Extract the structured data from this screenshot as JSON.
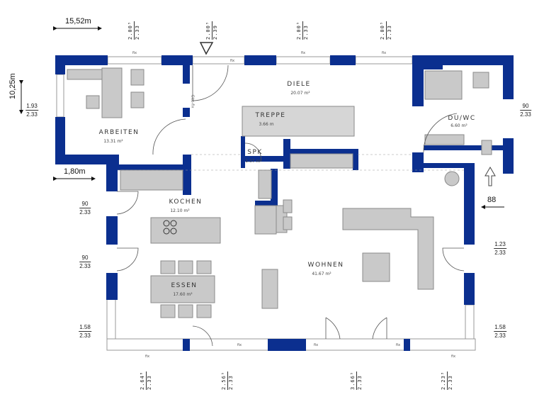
{
  "colors": {
    "wall": "#0b2f8f",
    "furniture": "#c9c9c9",
    "furniture_stroke": "#8a8a8a"
  },
  "dimensions": {
    "width": "15,52m",
    "depth": "10,25m",
    "offset_left": "1,80m",
    "offset_right": "88"
  },
  "rooms": [
    {
      "name": "ARBEITEN",
      "area": "13.31 m²"
    },
    {
      "name": "DIELE",
      "area": "20.07 m²"
    },
    {
      "name": "TREPPE",
      "area": "3.66 m"
    },
    {
      "name": "SPK",
      "area": "1.37 m²"
    },
    {
      "name": "DU/WC",
      "area": "6.60 m²"
    },
    {
      "name": "KOCHEN",
      "area": "12.10 m²"
    },
    {
      "name": "ESSEN",
      "area": "17.60 m²"
    },
    {
      "name": "WOHNEN",
      "area": "41.67 m²"
    }
  ],
  "top_windows": [
    {
      "width": "2.00⁵",
      "height": "2.33"
    },
    {
      "width": "2.00⁵",
      "height": "2.39"
    },
    {
      "width": "2.00⁵",
      "height": "2.33"
    },
    {
      "width": "2.00⁵",
      "height": "2.33"
    }
  ],
  "bottom_windows": [
    {
      "width": "2.64⁸",
      "height": "2.33"
    },
    {
      "width": "2.56⁵",
      "height": "2.33"
    },
    {
      "width": "3.66⁵",
      "height": "2.33"
    },
    {
      "width": "2.23³",
      "height": "2.33"
    }
  ],
  "side_windows": [
    {
      "width": "1.93",
      "height": "2.33"
    },
    {
      "width": "90",
      "height": "2.33"
    },
    {
      "width": "90",
      "height": "2.33"
    },
    {
      "width": "1.58",
      "height": "2.33"
    },
    {
      "width": "90",
      "height": "2.33"
    },
    {
      "width": "1.23",
      "height": "2.33"
    },
    {
      "width": "1.58",
      "height": "2.33"
    }
  ],
  "labels": {
    "fix": "fix",
    "glass_fix": "Glas-fix"
  }
}
